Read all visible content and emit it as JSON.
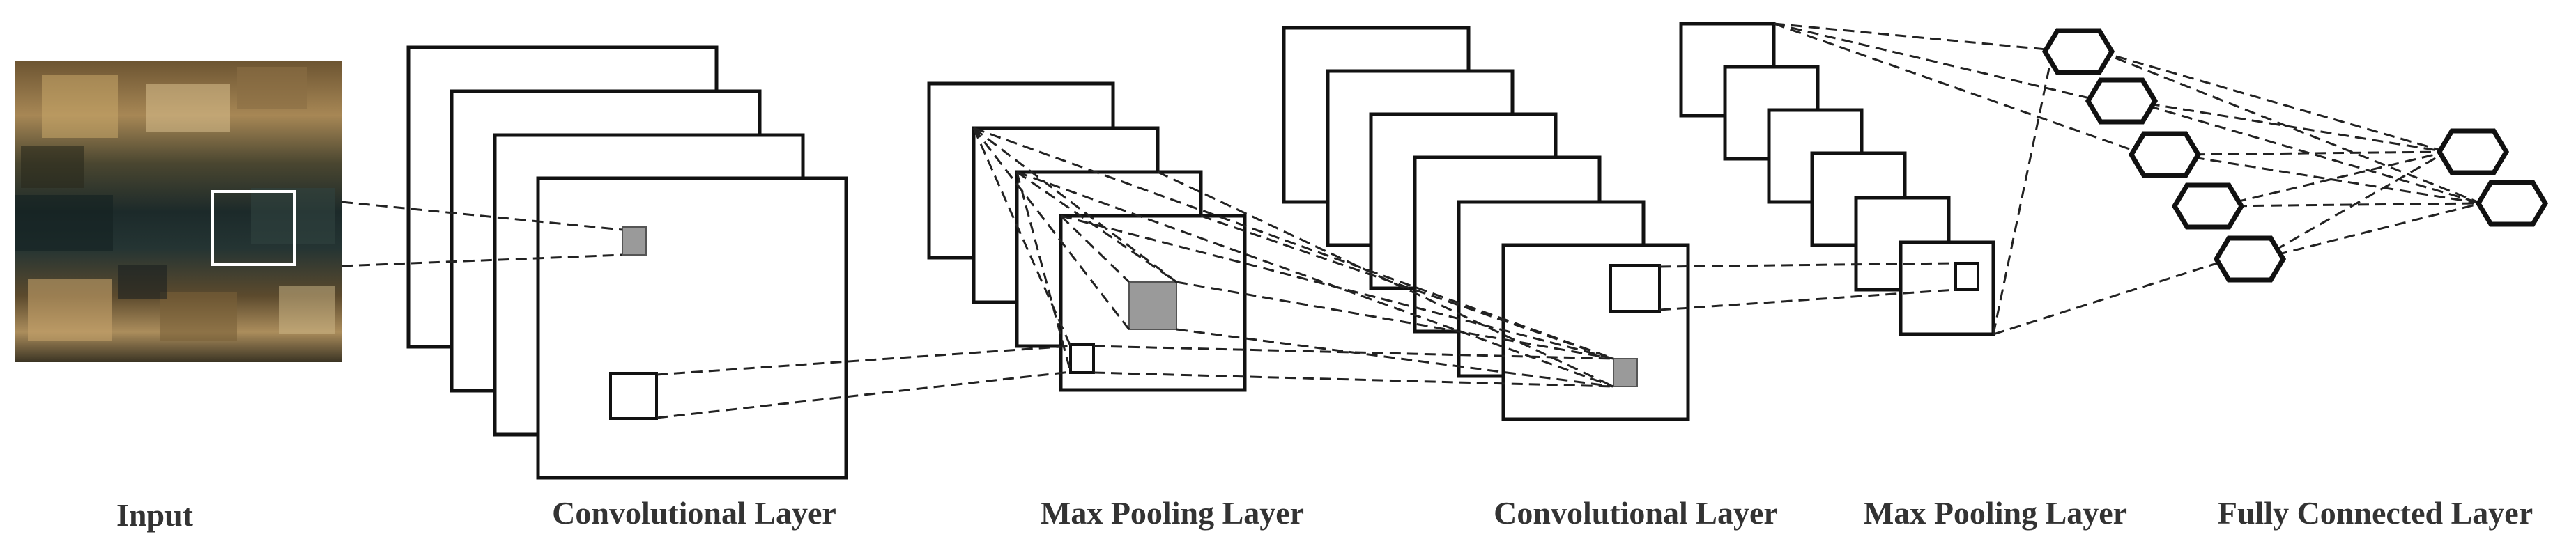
{
  "labels": {
    "input": "Input",
    "conv1": "Convolutional Layer",
    "pool1": "Max Pooling Layer",
    "conv2": "Convolutional Layer",
    "pool2": "Max Pooling Layer",
    "fc": "Fully Connected Layer"
  },
  "colors": {
    "stroke": "#111111",
    "filter_fill": "#9a9a9a",
    "label_text": "#333333",
    "input_selection": "#ffffff"
  }
}
